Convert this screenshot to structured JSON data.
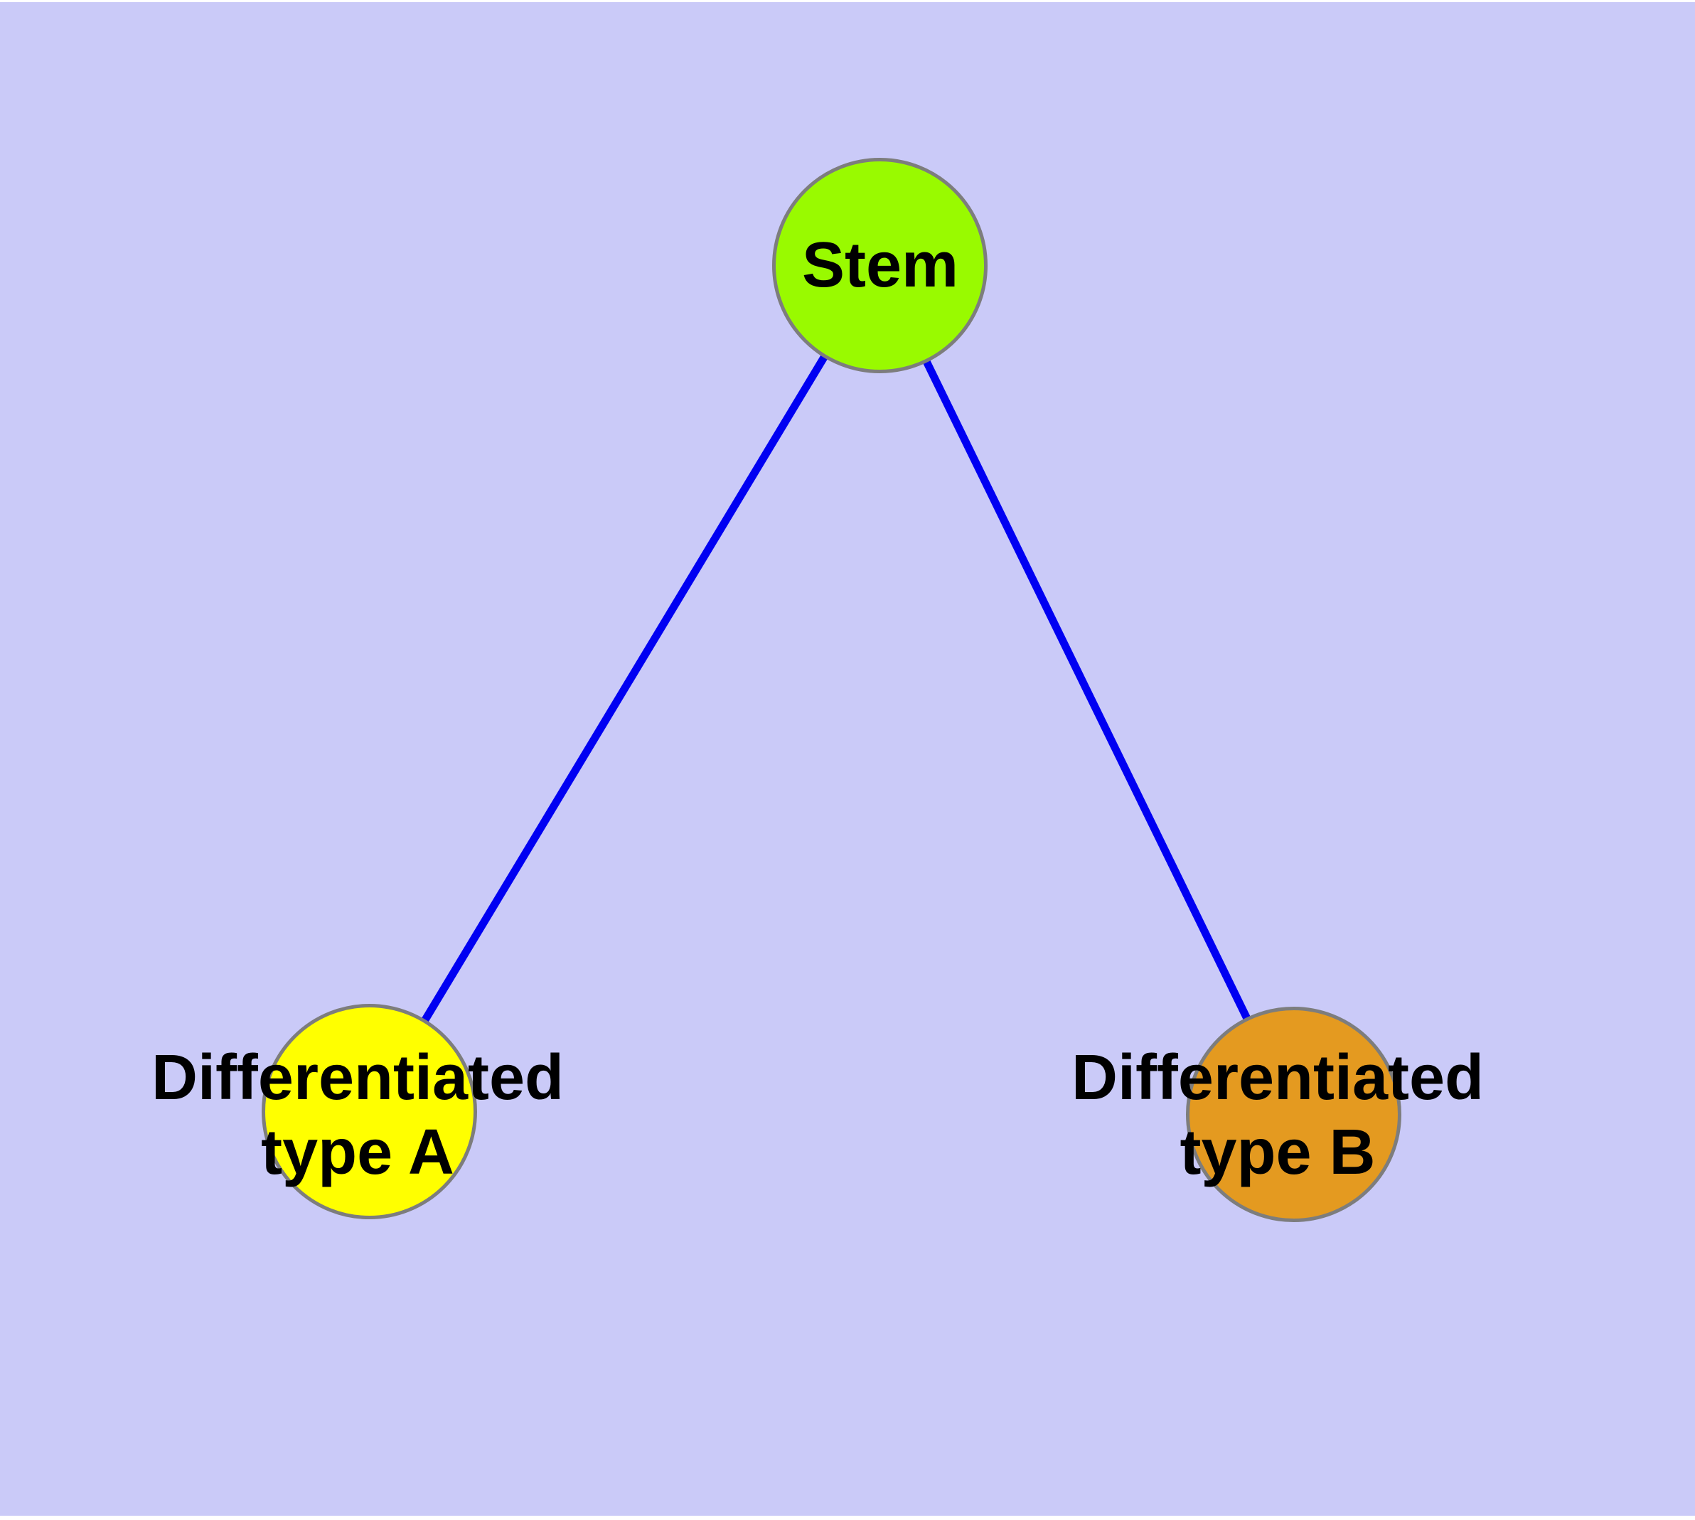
{
  "canvas": {
    "background_color": "#cacaf8",
    "margin_color": "#ffffff",
    "text_color": "#000000"
  },
  "edges": {
    "color": "#0000f2",
    "items": [
      {
        "from": "stem",
        "to": "differentiated-type-a"
      },
      {
        "from": "stem",
        "to": "differentiated-type-b"
      }
    ]
  },
  "nodes": {
    "stem": {
      "id": "stem",
      "label": "Stem",
      "fill": "#99fa00",
      "border": "#7d7d7d"
    },
    "type_a": {
      "id": "differentiated-type-a",
      "label_line1": "Differentiated",
      "label_line2": "type A",
      "fill": "#ffff00",
      "border": "#7d7d7d"
    },
    "type_b": {
      "id": "differentiated-type-b",
      "label_line1": "Differentiated",
      "label_line2": "type B",
      "fill": "#e49a20",
      "border": "#7d7d7d"
    }
  }
}
